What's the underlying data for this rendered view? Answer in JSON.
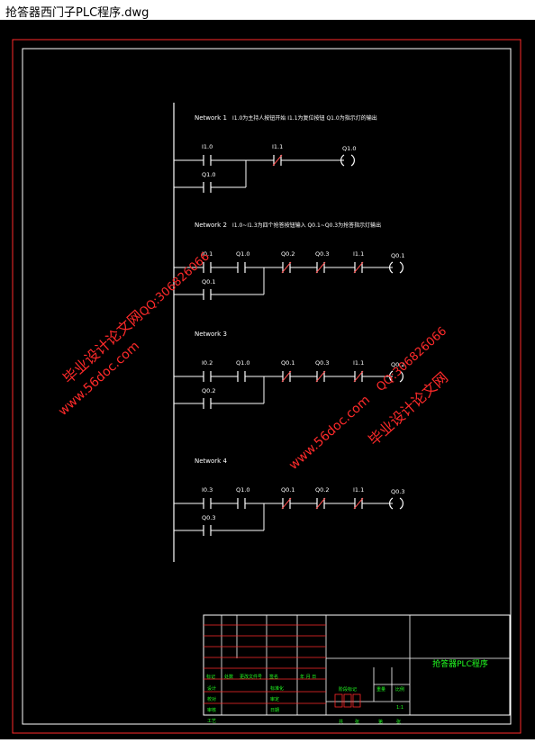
{
  "window": {
    "title": "抢答器西门子PLC程序.dwg"
  },
  "colors": {
    "background": "#000000",
    "wire": "#ffffff",
    "border": "#ff2a2a",
    "contact_nc": "#ff5050",
    "title_block_text": "#22ff22",
    "watermark": "#ff2a2a"
  },
  "networks": [
    {
      "label": "Network 1",
      "comment": "I1.0为主持人按钮开始 I1.1为复位按钮 Q1.0为指示灯的输出",
      "contacts": [
        "I1.0",
        "I1.1"
      ],
      "parallel": "Q1.0",
      "coil": "Q1.0"
    },
    {
      "label": "Network 2",
      "comment": "I1.0~I1.3为四个抢答按钮输入 Q0.1~Q0.3为抢答指示灯输出",
      "contacts": [
        "I0.1",
        "Q1.0",
        "Q0.2",
        "Q0.3",
        "I1.1"
      ],
      "parallel": "Q0.1",
      "coil": "Q0.1"
    },
    {
      "label": "Network 3",
      "comment": "",
      "contacts": [
        "I0.2",
        "Q1.0",
        "Q0.1",
        "Q0.3",
        "I1.1"
      ],
      "parallel": "Q0.2",
      "coil": "Q0.2"
    },
    {
      "label": "Network 4",
      "comment": "",
      "contacts": [
        "I0.3",
        "Q1.0",
        "Q0.1",
        "Q0.2",
        "I1.1"
      ],
      "parallel": "Q0.3",
      "coil": "Q0.3"
    }
  ],
  "title_block": {
    "drawing_name": "抢答器PLC程序",
    "left_header": [
      "标记",
      "处数",
      "更改文件号",
      "签名",
      "年 月 日"
    ],
    "left_rows": [
      "设计",
      "校对",
      "审核",
      "工艺"
    ],
    "mid_rows": [
      "标准化",
      "审定",
      "日期"
    ],
    "stage_label": "阶段标记",
    "weight_label": "重量",
    "scale_label": "比例",
    "scale_value": "1:1",
    "sheet_labels": [
      "共",
      "张",
      "第",
      "张"
    ]
  },
  "watermarks": [
    {
      "site": "www.56doc.com",
      "qq": "QQ:306826066",
      "brand": "毕业设计论文网"
    },
    {
      "site": "www.56doc.com",
      "qq": "QQ:306826066",
      "brand": "毕业设计论文网"
    }
  ]
}
